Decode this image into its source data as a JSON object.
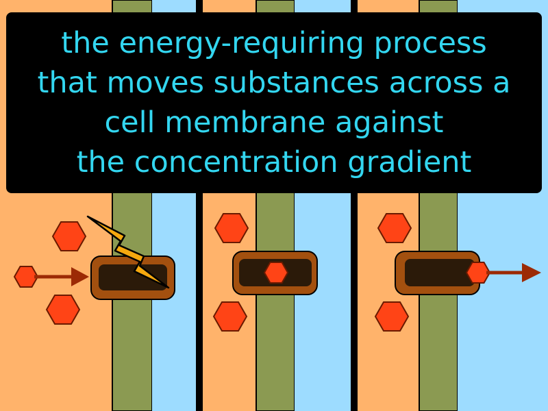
{
  "caption": {
    "lines": [
      "the energy-requiring process",
      "that moves substances across a",
      "cell membrane against",
      "the concentration gradient"
    ]
  },
  "colors": {
    "outside": "#ffb36b",
    "inside": "#9ddcff",
    "membrane": "#8b9a52",
    "protein": "#a3500f",
    "channel": "#2b1a09",
    "molecule": "#ff4416",
    "arrow": "#9c2a05",
    "lightning": "#f5a80f",
    "caption_text": "#33d6f0"
  },
  "icons": {
    "energy": "lightning-bolt-icon",
    "direction": "right-arrow-icon"
  },
  "panels": [
    {
      "stage": "energy input",
      "molecule_in_channel": false
    },
    {
      "stage": "molecule in protein",
      "molecule_in_channel": true
    },
    {
      "stage": "molecule released",
      "molecule_in_channel": true
    }
  ]
}
